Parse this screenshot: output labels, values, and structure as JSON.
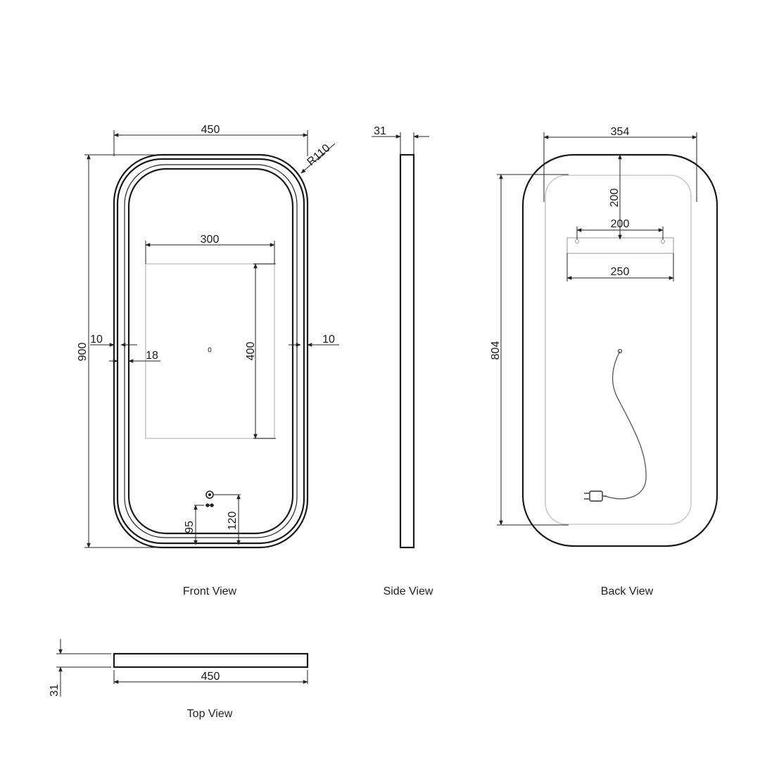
{
  "views": {
    "front": "Front View",
    "side": "Side View",
    "back": "Back View",
    "top": "Top View"
  },
  "dimensions": {
    "front_width": "450",
    "front_height": "900",
    "corner_radius": "R110",
    "led_width": "300",
    "led_height": "400",
    "left_inset": "10",
    "right_inset": "10",
    "inner_inset": "18",
    "switch_offset_a": "95",
    "switch_offset_b": "120",
    "side_depth": "31",
    "back_width": "354",
    "back_height": "804",
    "bracket_top": "200",
    "bracket_spacing": "200",
    "bracket_length": "250",
    "top_width": "450",
    "top_depth": "31"
  }
}
